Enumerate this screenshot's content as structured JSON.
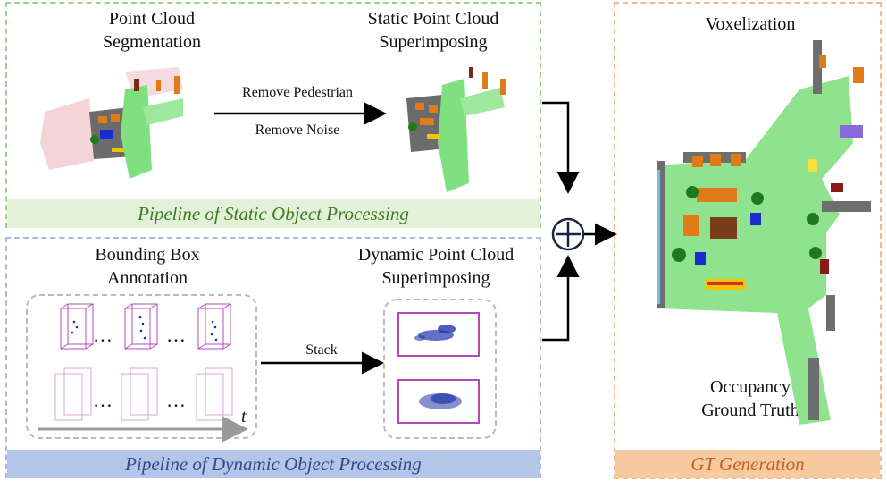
{
  "static_panel": {
    "seg_label_line1": "Point Cloud",
    "seg_label_line2": "Segmentation",
    "superimpose_label_line1": "Static Point Cloud",
    "superimpose_label_line2": "Superimposing",
    "arrow_top_text": "Remove Pedestrian",
    "arrow_bottom_text": "Remove Noise",
    "band_title": "Pipeline  of  Static Object Processing"
  },
  "dynamic_panel": {
    "bbox_label_line1": "Bounding Box",
    "bbox_label_line2": "Annotation",
    "dyn_label_line1": "Dynamic Point Cloud",
    "dyn_label_line2": "Superimposing",
    "stack_text": "Stack",
    "ellipsis": "…",
    "time_axis_label": "t",
    "band_title": "Pipeline  of  Dynamic Object Processing"
  },
  "gt_panel": {
    "voxel_label": "Voxelization",
    "occ_label_line1": "Occupancy",
    "occ_label_line2": "Ground Truth",
    "band_title": "GT Generation"
  },
  "colors": {
    "static_accent": "#9fd08a",
    "dynamic_accent": "#a9b9df",
    "gt_accent": "#f2b98a",
    "floor_green": "#7fe07f",
    "box_magenta": "#b24bb8",
    "points_blue": "#2233aa"
  }
}
